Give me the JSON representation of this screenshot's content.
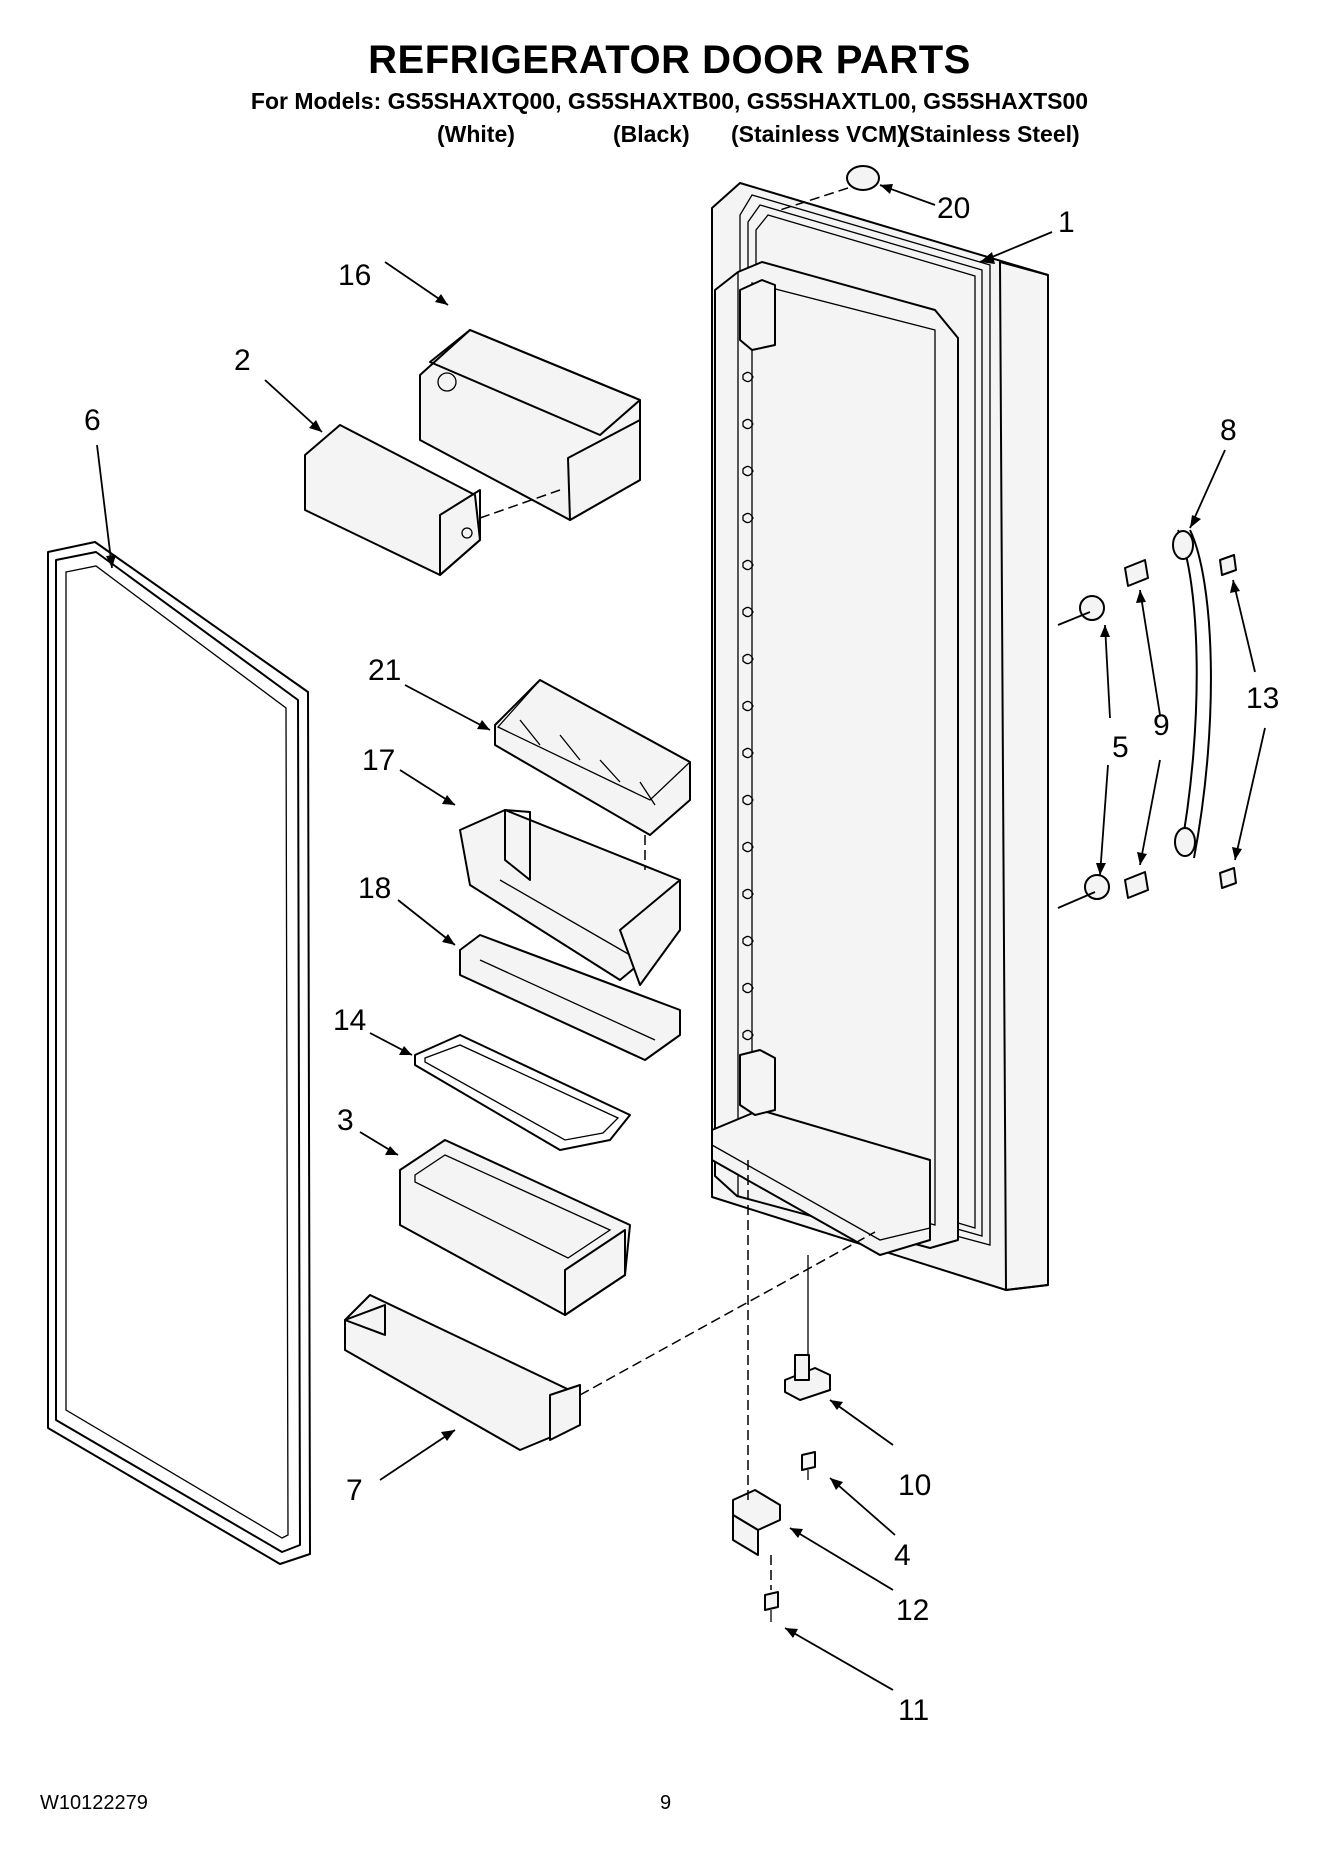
{
  "header": {
    "title": "REFRIGERATOR DOOR PARTS",
    "models_line": "For Models: GS5SHAXTQ00, GS5SHAXTB00, GS5SHAXTL00, GS5SHAXTS00",
    "variants": [
      "(White)",
      "(Black)",
      "(Stainless VCM)",
      "(Stainless Steel)"
    ]
  },
  "footer": {
    "doc_number": "W10122279",
    "page_number": "9"
  },
  "callouts": [
    "1",
    "2",
    "3",
    "4",
    "5",
    "6",
    "7",
    "8",
    "9",
    "10",
    "11",
    "12",
    "13",
    "14",
    "16",
    "17",
    "18",
    "20",
    "21"
  ]
}
